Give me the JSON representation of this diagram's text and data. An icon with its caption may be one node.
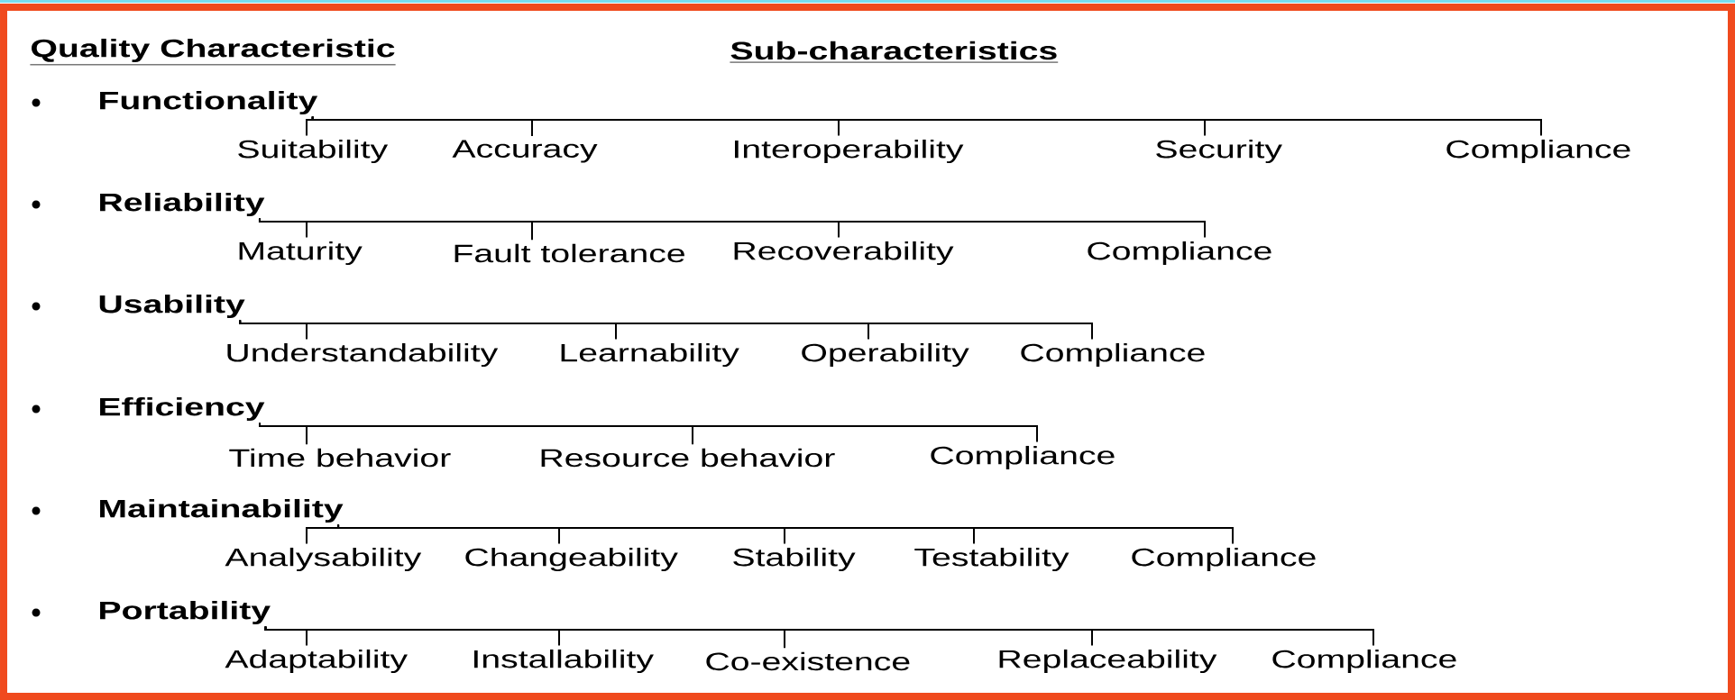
{
  "diagram": {
    "nodes": [
      {
        "text": [
          "Functionality"
        ]
      },
      {
        "text": [
          "Suitability"
        ]
      },
      {
        "text": [
          "Accuracy"
        ]
      },
      {
        "text": [
          "Interoperability"
        ]
      },
      {
        "text": [
          "Security"
        ]
      },
      {
        "text": [
          "Compliance"
        ]
      },
      {
        "text": [
          "Reliability"
        ]
      },
      {
        "text": [
          "Maturity"
        ]
      },
      {
        "text": [
          "Fault tolerance"
        ]
      },
      {
        "text": [
          "Recoverability"
        ]
      },
      {
        "text": [
          "Compliance"
        ]
      },
      {
        "text": [
          "Usability"
        ]
      },
      {
        "text": [
          "Understandability"
        ]
      },
      {
        "text": [
          "Learnability"
        ]
      },
      {
        "text": [
          "Operability"
        ]
      },
      {
        "text": [
          "Compliance"
        ]
      },
      {
        "text": [
          "Efficiency"
        ]
      },
      {
        "text": [
          "Time behavior"
        ]
      },
      {
        "text": [
          "Resource behavior"
        ]
      },
      {
        "text": [
          "Compliance"
        ]
      },
      {
        "text": [
          "Maintainability"
        ]
      },
      {
        "text": [
          "Analysability"
        ]
      },
      {
        "text": [
          "Changeability"
        ]
      },
      {
        "text": [
          "Stability"
        ]
      },
      {
        "text": [
          "Testability"
        ]
      },
      {
        "text": [
          "Compliance"
        ]
      },
      {
        "text": [
          "Portability"
        ]
      },
      {
        "text": [
          "Adaptability"
        ]
      },
      {
        "text": [
          "Installability"
        ]
      },
      {
        "text": [
          "Co-existence"
        ]
      },
      {
        "text": [
          "Replaceability"
        ]
      },
      {
        "text": [
          "Compliance"
        ]
      }
    ],
    "edges": [
      {
        "from": 0,
        "to": 1,
        "arrow": "none"
      },
      {
        "from": 0,
        "to": 2,
        "arrow": "none"
      },
      {
        "from": 0,
        "to": 3,
        "arrow": "none"
      },
      {
        "from": 0,
        "to": 4,
        "arrow": "none"
      },
      {
        "from": 0,
        "to": 5,
        "arrow": "none"
      },
      {
        "from": 6,
        "to": 7,
        "arrow": "none"
      },
      {
        "from": 6,
        "to": 8,
        "arrow": "none"
      },
      {
        "from": 6,
        "to": 9,
        "arrow": "none"
      },
      {
        "from": 6,
        "to": 10,
        "arrow": "none"
      },
      {
        "from": 11,
        "to": 12,
        "arrow": "none"
      },
      {
        "from": 11,
        "to": 13,
        "arrow": "none"
      },
      {
        "from": 11,
        "to": 14,
        "arrow": "none"
      },
      {
        "from": 11,
        "to": 15,
        "arrow": "none"
      },
      {
        "from": 16,
        "to": 17,
        "arrow": "none"
      },
      {
        "from": 16,
        "to": 18,
        "arrow": "none"
      },
      {
        "from": 16,
        "to": 19,
        "arrow": "none"
      },
      {
        "from": 20,
        "to": 21,
        "arrow": "none"
      },
      {
        "from": 20,
        "to": 22,
        "arrow": "none"
      },
      {
        "from": 20,
        "to": 23,
        "arrow": "none"
      },
      {
        "from": 20,
        "to": 24,
        "arrow": "none"
      },
      {
        "from": 20,
        "to": 25,
        "arrow": "none"
      },
      {
        "from": 26,
        "to": 27,
        "arrow": "none"
      },
      {
        "from": 26,
        "to": 28,
        "arrow": "none"
      },
      {
        "from": 26,
        "to": 29,
        "arrow": "none"
      },
      {
        "from": 26,
        "to": 30,
        "arrow": "none"
      },
      {
        "from": 26,
        "to": 31,
        "arrow": "none"
      }
    ],
    "labels": [
      "Quality Characteristic",
      "Sub-characteristics"
    ]
  }
}
